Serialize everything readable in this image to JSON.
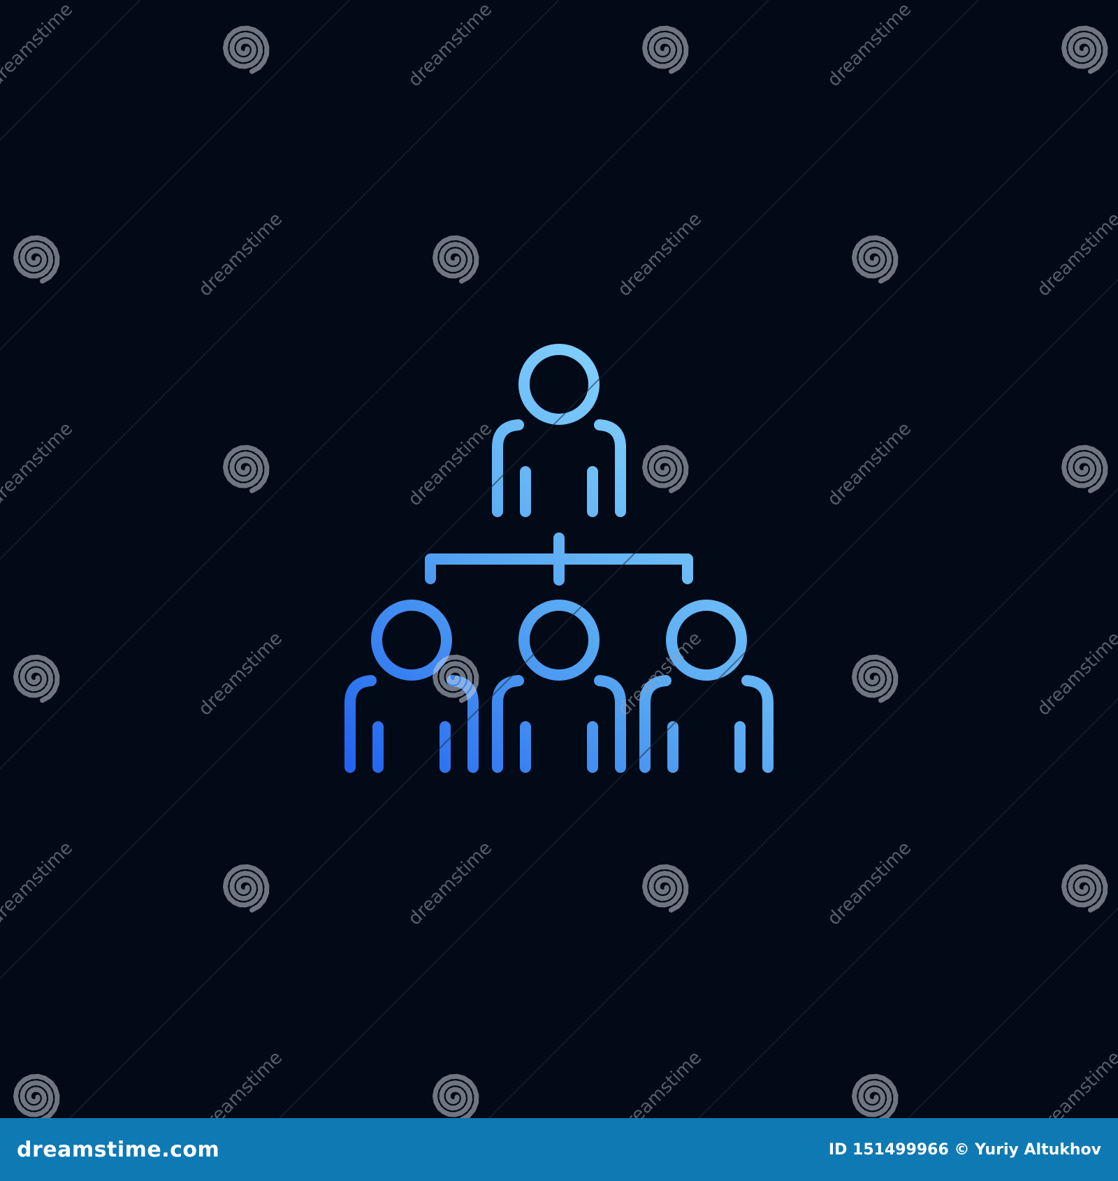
{
  "watermark": {
    "text": "dreamstime"
  },
  "footer": {
    "brand": "dreamstime.com",
    "credit": "ID 151499966 © Yuriy Altukhov"
  },
  "colors": {
    "background": "#020917",
    "icon_light": "#7fd0ff",
    "icon_mid": "#4fa0f0",
    "icon_dark": "#2a6af0",
    "footer_bar": "#0f79b3"
  },
  "icon": {
    "name": "org-hierarchy-icon"
  }
}
